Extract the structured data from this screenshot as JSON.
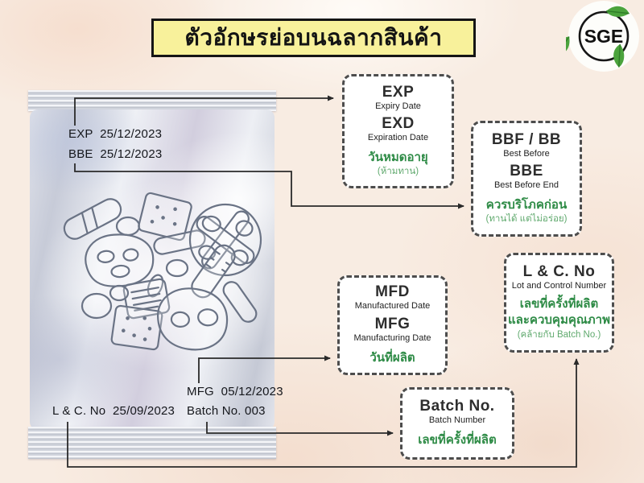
{
  "title": "ตัวอักษรย่อบนฉลากสินค้า",
  "logo": {
    "text": "SGE"
  },
  "bag_labels": {
    "exp": "EXP  25/12/2023",
    "bbe": "BBE  25/12/2023",
    "mfg": "MFG  05/12/2023",
    "lc": "L & C. No  25/09/2023",
    "batch": "Batch No. 003"
  },
  "cards": {
    "exp": {
      "abbr1": "EXP",
      "full1": "Expiry Date",
      "abbr2": "EXD",
      "full2": "Expiration Date",
      "thai": "วันหมดอายุ",
      "note": "(ห้ามทาน)"
    },
    "bbf": {
      "abbr1": "BBF / BB",
      "full1": "Best Before",
      "abbr2": "BBE",
      "full2": "Best Before End",
      "thai": "ควรบริโภคก่อน",
      "note": "(ทานได้ แต่ไม่อร่อย)"
    },
    "mfd": {
      "abbr1": "MFD",
      "full1": "Manufactured Date",
      "abbr2": "MFG",
      "full2": "Manufacturing Date",
      "thai": "วันที่ผลิต"
    },
    "lc": {
      "abbr1": "L & C. No",
      "full1": "Lot and Control Number",
      "thai": "เลขที่ครั้งที่ผลิต",
      "thai2": "และควบคุมคุณภาพ",
      "note": "(คล้ายกับ Batch No.)"
    },
    "batch": {
      "abbr1": "Batch No.",
      "full1": "Batch Number",
      "thai": "เลขที่ครั้งที่ผลิต"
    }
  },
  "colors": {
    "green": "#2e8b46",
    "green_light": "#5fa96d",
    "title_bg": "#f8f19b",
    "line": "#2a2a2a",
    "leaf": "#4ba33c"
  }
}
